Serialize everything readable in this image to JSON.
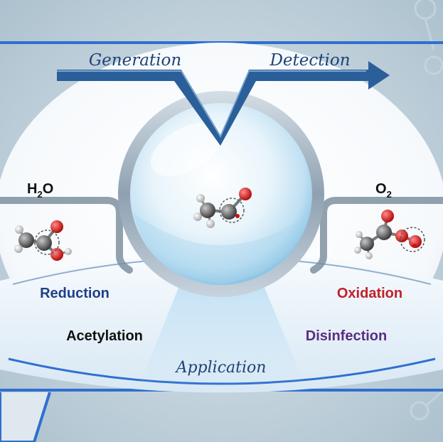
{
  "labels": {
    "generation": "Generation",
    "detection": "Detection",
    "application": "Application",
    "reduction": "Reduction",
    "oxidation": "Oxidation",
    "acetylation": "Acetylation",
    "disinfection": "Disinfection"
  },
  "species": {
    "left": {
      "base": "H",
      "sub": "2",
      "tail": "O"
    },
    "right": {
      "base": "O",
      "sub": "2"
    }
  },
  "colors": {
    "frame_blue": "#2f6fd0",
    "arrow_dark": "#1f4f86",
    "reduction": "#1f3f88",
    "oxidation": "#c0202a",
    "acetylation": "#111111",
    "disinfection": "#5a2d82",
    "italic_text": "#1e4376"
  },
  "icons": {
    "center": "acetyl-radical-molecule-icon",
    "left": "acetyl-reduction-molecule-icon",
    "right": "peroxyacetyl-molecule-icon"
  }
}
